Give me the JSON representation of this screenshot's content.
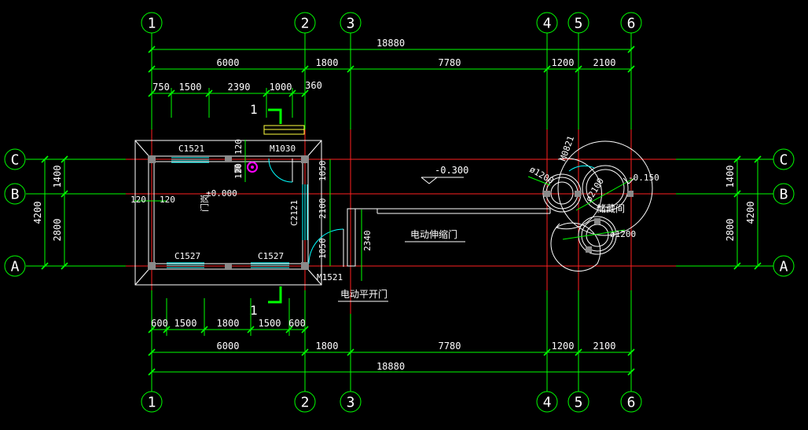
{
  "colors": {
    "background": "#000000",
    "axis_line": "#ff2020",
    "dimension": "#00ff00",
    "wall": "#ffffff",
    "window": "#00ffff",
    "column": "#8a8a8a",
    "label": "#ffffff",
    "marker": "#ff00ff"
  },
  "axes": {
    "vertical": [
      "1",
      "2",
      "3",
      "4",
      "5",
      "6"
    ],
    "horizontal": [
      "C",
      "B",
      "A"
    ]
  },
  "dims": {
    "top_total": "18880",
    "top_spans": [
      "6000",
      "1800",
      "7780",
      "1200",
      "2100"
    ],
    "top_detail": [
      "750",
      "1500",
      "2390",
      "1000",
      "360"
    ],
    "bottom_total": "18880",
    "bottom_spans": [
      "6000",
      "1800",
      "7780",
      "1200",
      "2100"
    ],
    "bottom_detail": [
      "600",
      "1500",
      "1800",
      "1500",
      "600"
    ],
    "left_total": "4200",
    "left_spans": [
      "1400",
      "2800"
    ],
    "right_total": "4200",
    "right_spans": [
      "1400",
      "2800"
    ],
    "wall_120": "120",
    "door_side": [
      "1050",
      "2100",
      "1050"
    ],
    "gate_width": "2340"
  },
  "labels": {
    "window_top": "C1521",
    "door_top": "M1030",
    "window_bottom_left": "C1527",
    "window_bottom_right": "C1527",
    "window_right": "C2121",
    "door_bottom": "M1521",
    "room_name": "门岗",
    "floor_level": "±0.000",
    "yard_level": "-0.300",
    "telescopic_gate": "电动伸缩门",
    "swing_gate": "电动平开门",
    "storage_name": "储藏间",
    "storage_door": "M0821",
    "storage_level": "-0.150",
    "diameter_small_top": "ø1200",
    "diameter_large": "ø2100",
    "diameter_small_bottom": "ø1200",
    "section_mark": "1"
  }
}
